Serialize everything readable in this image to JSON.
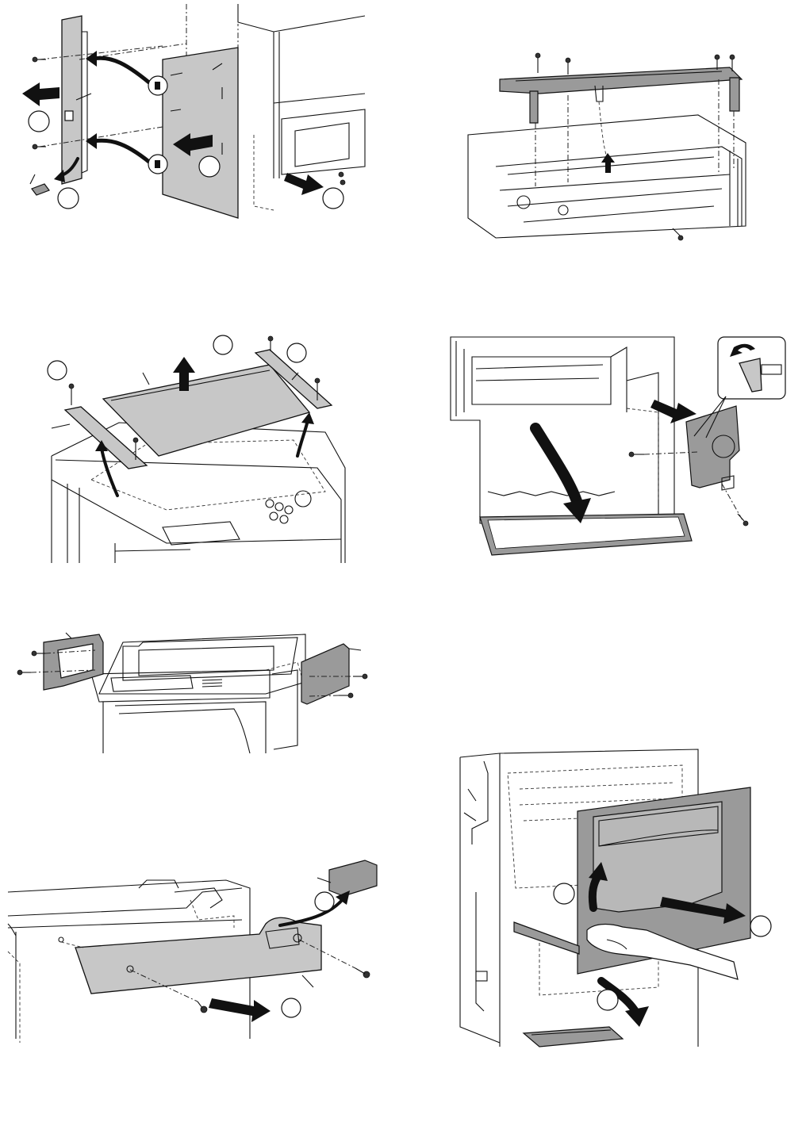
{
  "figures": [
    {
      "id": "fig-1",
      "subject": "left-cabinet-and-side-cover-removal"
    },
    {
      "id": "fig-2",
      "subject": "top-frame-removal"
    },
    {
      "id": "fig-3",
      "subject": "document-glass-removal"
    },
    {
      "id": "fig-4",
      "subject": "front-cover-and-right-cover-removal"
    },
    {
      "id": "fig-5",
      "subject": "scanner-side-covers-removal"
    },
    {
      "id": "fig-6",
      "subject": "paper-exit-cover-removal"
    },
    {
      "id": "fig-7",
      "subject": "right-door-removal"
    }
  ],
  "colors": {
    "part_fill": "#c7c7c7",
    "dark_fill": "#9a9a9a",
    "line": "#111111",
    "background": "#ffffff"
  },
  "icons": [
    "arrow-icon",
    "curved-arrow-icon",
    "screw-icon",
    "step-circle-icon",
    "callout-circle-icon"
  ]
}
